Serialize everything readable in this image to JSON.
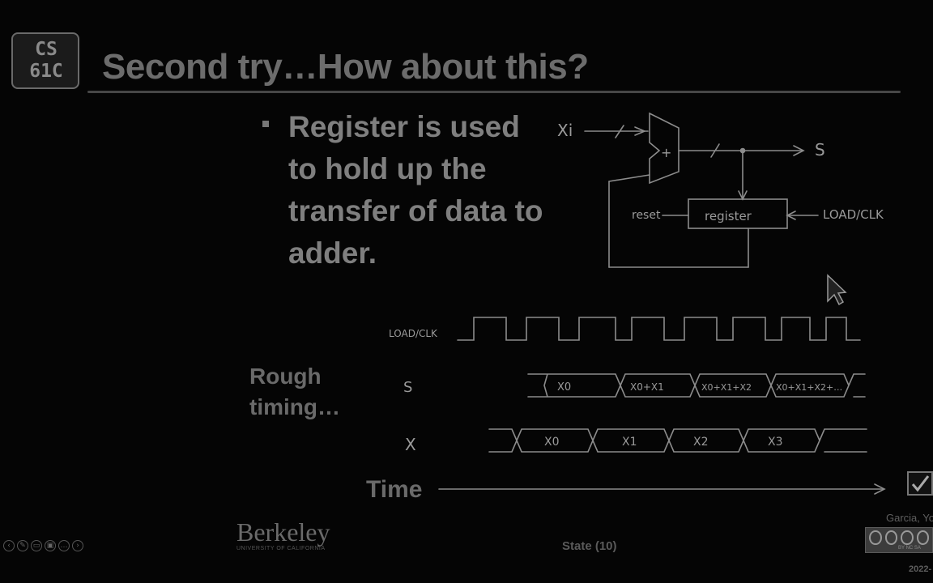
{
  "logo": {
    "line1": "CS",
    "line2": "61C"
  },
  "slide": {
    "title": "Second try…How about this?",
    "bullet": "Register is used to hold up the transfer of data to adder.",
    "side_label_1": "Rough",
    "side_label_2": "timing…",
    "time_label": "Time"
  },
  "diagram": {
    "input_label": "Xi",
    "adder_label": "+",
    "output_label": "S",
    "register_label": "register",
    "reset_label": "reset",
    "clock_label": "LOAD/CLK"
  },
  "timing": {
    "clk_label": "LOAD/CLK",
    "s_label": "S",
    "x_label": "X",
    "s_cells": [
      "X0",
      "X0+X1",
      "X0+X1+X2",
      "X0+X1+X2+…"
    ],
    "x_cells": [
      "X0",
      "X1",
      "X2",
      "X3"
    ]
  },
  "footer": {
    "university": "Berkeley",
    "university_sub": "UNIVERSITY OF CALIFORNIA",
    "center": "State (10)",
    "author": "Garcia, Yo",
    "license": "BY NC SA",
    "year": "2022-"
  },
  "icons": [
    "back-icon",
    "pen-icon",
    "captions-icon",
    "screen-icon",
    "more-icon",
    "forward-icon",
    "mouse-cursor-icon",
    "checkbox-icon"
  ]
}
